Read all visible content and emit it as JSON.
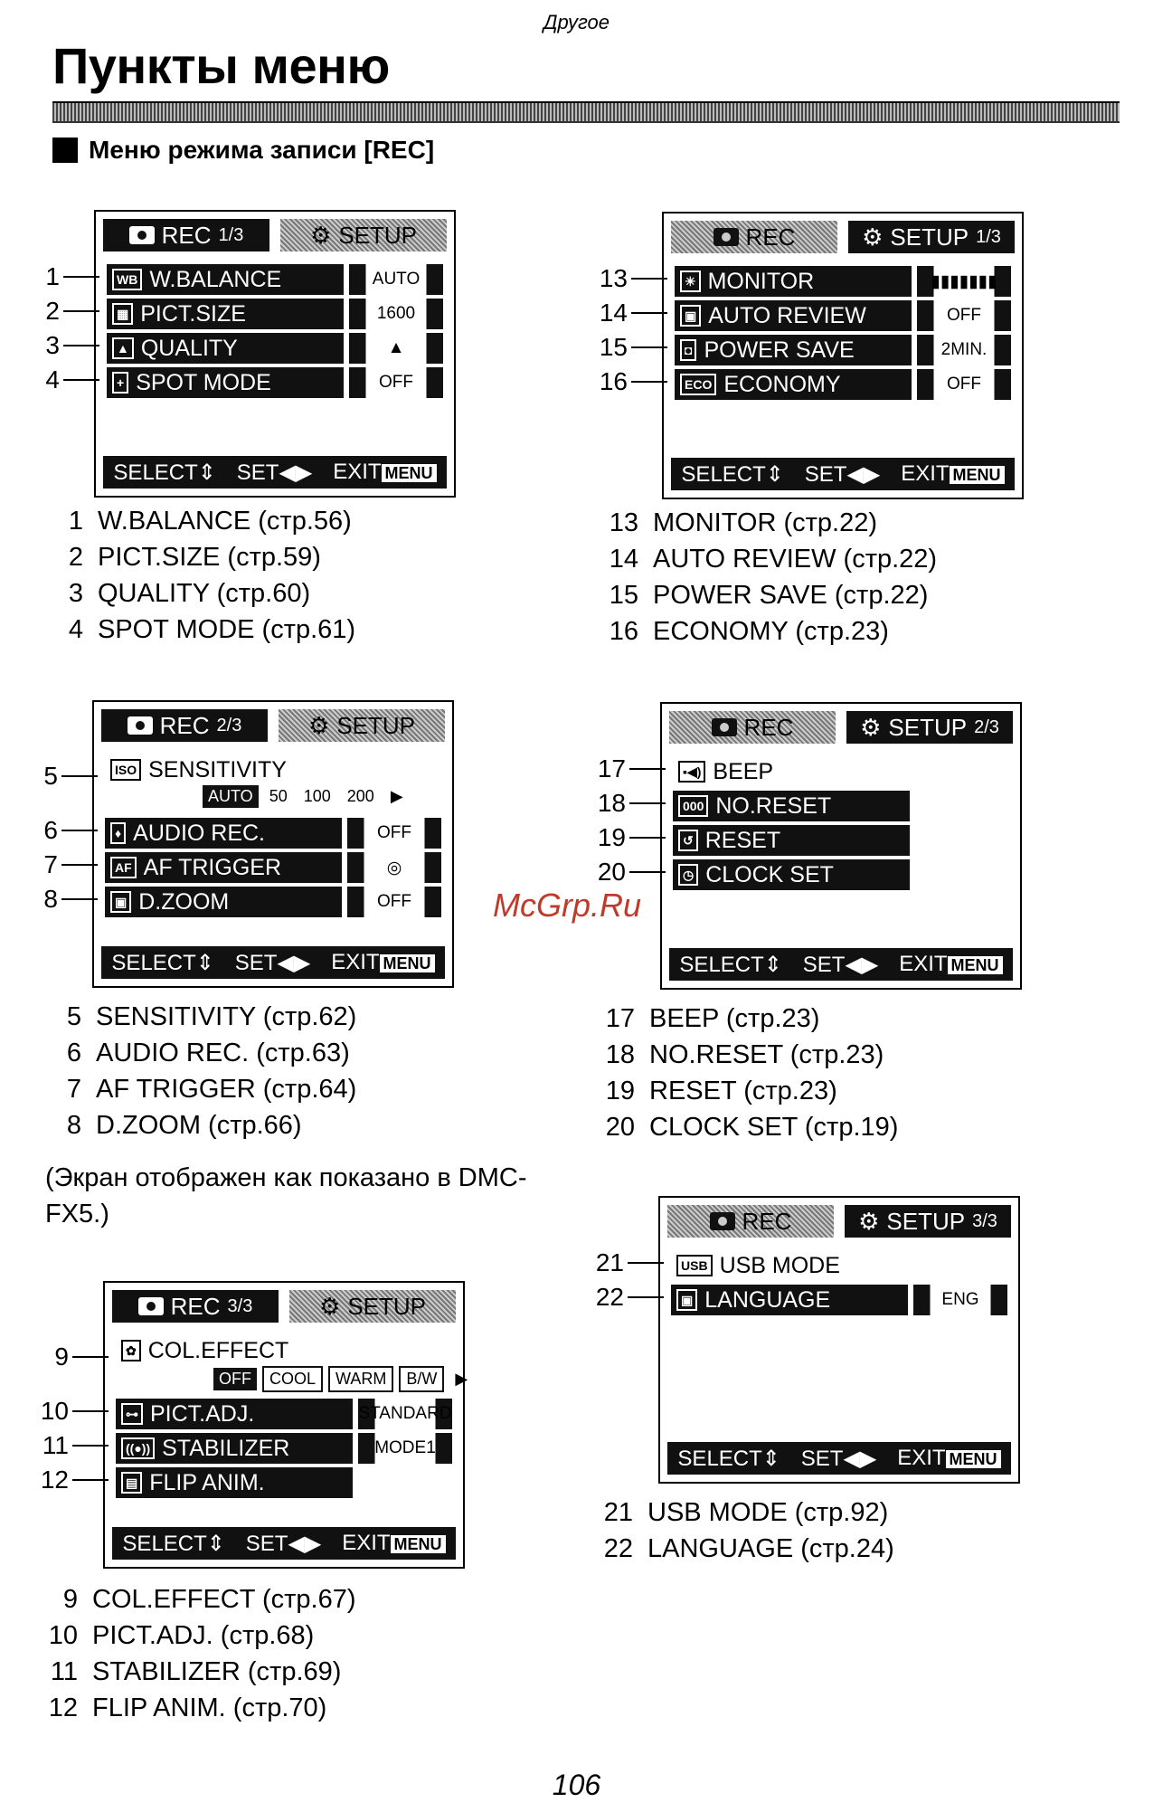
{
  "header_note": "Другое",
  "page_title": "Пункты меню",
  "section_heading": "Меню режима записи [REC]",
  "watermark": "McGrp.Ru",
  "screen_note": "(Экран отображен как показано в DMC-FX5.)",
  "page_number": "106",
  "common": {
    "tab_rec": "REC",
    "tab_setup": "SETUP",
    "select": "SELECT",
    "set": "SET",
    "exit": "EXIT",
    "menu": "MENU"
  },
  "screens": [
    {
      "rec_page": "1/3",
      "setup_page": "",
      "rows": [
        {
          "num": "1",
          "icon": "WB",
          "label": "W.BALANCE",
          "value": "AUTO"
        },
        {
          "num": "2",
          "icon": "▦",
          "label": "PICT.SIZE",
          "value": "1600"
        },
        {
          "num": "3",
          "icon": "▲",
          "label": "QUALITY",
          "value": "▲"
        },
        {
          "num": "4",
          "icon": "+",
          "label": "SPOT MODE",
          "value": "OFF"
        }
      ],
      "list": [
        {
          "num": "1",
          "text": "W.BALANCE (стр.56)"
        },
        {
          "num": "2",
          "text": "PICT.SIZE (стр.59)"
        },
        {
          "num": "3",
          "text": "QUALITY (стр.60)"
        },
        {
          "num": "4",
          "text": "SPOT MODE (стр.61)"
        }
      ]
    },
    {
      "rec_page": "",
      "setup_page": "1/3",
      "rows": [
        {
          "num": "13",
          "icon": "☀",
          "label": "MONITOR",
          "value": "▮▮▮▮▮▮▮"
        },
        {
          "num": "14",
          "icon": "▣",
          "label": "AUTO REVIEW",
          "value": "OFF"
        },
        {
          "num": "15",
          "icon": "◘",
          "label": "POWER SAVE",
          "value": "2MIN."
        },
        {
          "num": "16",
          "icon": "ECO",
          "label": "ECONOMY",
          "value": "OFF"
        }
      ],
      "list": [
        {
          "num": "13",
          "text": "MONITOR (стр.22)"
        },
        {
          "num": "14",
          "text": "AUTO REVIEW (стр.22)"
        },
        {
          "num": "15",
          "text": "POWER SAVE (стр.22)"
        },
        {
          "num": "16",
          "text": "ECONOMY (стр.23)"
        }
      ]
    },
    {
      "rec_page": "2/3",
      "setup_page": "",
      "rows": [
        {
          "num": "5",
          "icon": "ISO",
          "label": "SENSITIVITY",
          "value": ""
        },
        {
          "num": "6",
          "icon": "♦",
          "label": "AUDIO REC.",
          "value": "OFF"
        },
        {
          "num": "7",
          "icon": "AF",
          "label": "AF TRIGGER",
          "value": "◎"
        },
        {
          "num": "8",
          "icon": "▣",
          "label": "D.ZOOM",
          "value": "OFF"
        }
      ],
      "options": [
        "AUTO",
        "50",
        "100",
        "200"
      ],
      "list": [
        {
          "num": "5",
          "text": "SENSITIVITY (стр.62)"
        },
        {
          "num": "6",
          "text": "AUDIO REC. (стр.63)"
        },
        {
          "num": "7",
          "text": "AF TRIGGER (стр.64)"
        },
        {
          "num": "8",
          "text": "D.ZOOM (стр.66)"
        }
      ]
    },
    {
      "rec_page": "",
      "setup_page": "2/3",
      "rows": [
        {
          "num": "17",
          "icon": "▪◀)",
          "label": "BEEP",
          "value": ""
        },
        {
          "num": "18",
          "icon": "000",
          "label": "NO.RESET",
          "value": ""
        },
        {
          "num": "19",
          "icon": "↺",
          "label": "RESET",
          "value": ""
        },
        {
          "num": "20",
          "icon": "◷",
          "label": "CLOCK SET",
          "value": ""
        }
      ],
      "list": [
        {
          "num": "17",
          "text": "BEEP (стр.23)"
        },
        {
          "num": "18",
          "text": "NO.RESET (стр.23)"
        },
        {
          "num": "19",
          "text": "RESET (стр.23)"
        },
        {
          "num": "20",
          "text": "CLOCK SET (стр.19)"
        }
      ]
    },
    {
      "rec_page": "3/3",
      "setup_page": "",
      "rows": [
        {
          "num": "9",
          "icon": "✿",
          "label": "COL.EFFECT",
          "value": ""
        },
        {
          "num": "10",
          "icon": "⊶",
          "label": "PICT.ADJ.",
          "value": "STANDARD"
        },
        {
          "num": "11",
          "icon": "((●))",
          "label": "STABILIZER",
          "value": "MODE1"
        },
        {
          "num": "12",
          "icon": "▤",
          "label": "FLIP ANIM.",
          "value": ""
        }
      ],
      "options": [
        "OFF",
        "COOL",
        "WARM",
        "B/W"
      ],
      "list": [
        {
          "num": "9",
          "text": "COL.EFFECT (стр.67)"
        },
        {
          "num": "10",
          "text": "PICT.ADJ. (стр.68)"
        },
        {
          "num": "11",
          "text": "STABILIZER (стр.69)"
        },
        {
          "num": "12",
          "text": "FLIP ANIM. (стр.70)"
        }
      ]
    },
    {
      "rec_page": "",
      "setup_page": "3/3",
      "rows": [
        {
          "num": "21",
          "icon": "USB",
          "label": "USB MODE",
          "value": ""
        },
        {
          "num": "22",
          "icon": "▣",
          "label": "LANGUAGE",
          "value": "ENG"
        }
      ],
      "list": [
        {
          "num": "21",
          "text": "USB MODE (стр.92)"
        },
        {
          "num": "22",
          "text": "LANGUAGE (стр.24)"
        }
      ]
    }
  ]
}
